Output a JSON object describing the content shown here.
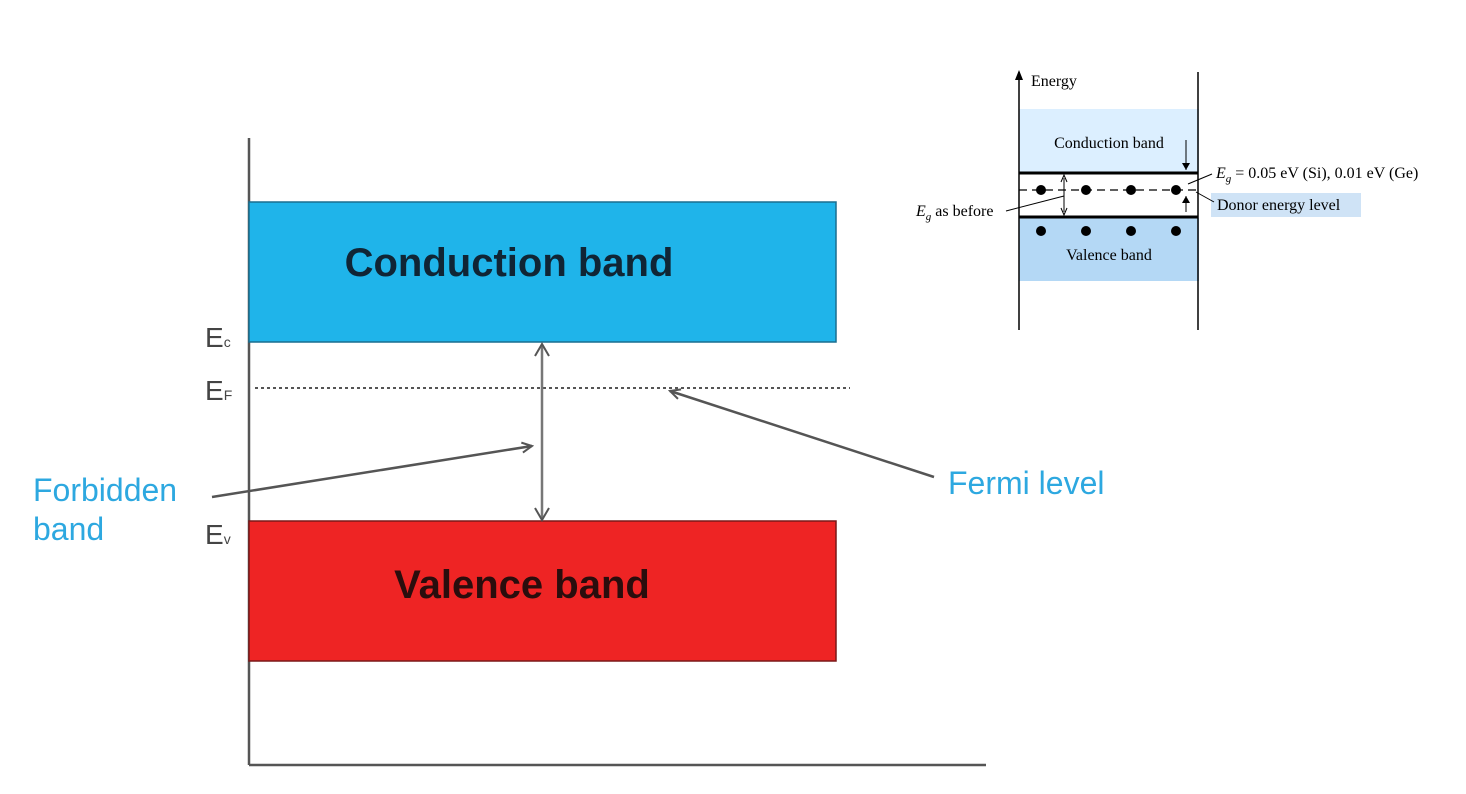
{
  "main_diagram": {
    "conduction_band_label": "Conduction band",
    "valence_band_label": "Valence band",
    "ec_label": {
      "main": "E",
      "sub": "c"
    },
    "ef_label": {
      "main": "E",
      "sub": "F"
    },
    "ev_label": {
      "main": "E",
      "sub": "v"
    },
    "forbidden_band_label": [
      "Forbidden",
      "band"
    ],
    "fermi_level_label": "Fermi level",
    "colors": {
      "conduction_band": "#1fb4ea",
      "valence_band": "#ee2424",
      "callout_text": "#2da8e0",
      "axis": "#555555"
    }
  },
  "inset_diagram": {
    "energy_label": "Energy",
    "conduction_band_label": "Conduction band",
    "valence_band_label": "Valence band",
    "eg_value_label": {
      "symbol": "E",
      "sub": "g",
      "text": " = 0.05 eV (Si), 0.01 eV (Ge)"
    },
    "eg_before_label": {
      "symbol": "E",
      "sub": "g",
      "text": " as before"
    },
    "donor_level_label": "Donor energy level",
    "colors": {
      "conduction_band": "#dcefff",
      "valence_band": "#b4d8f5",
      "donor_label_bg": "#cfe3f6"
    }
  }
}
